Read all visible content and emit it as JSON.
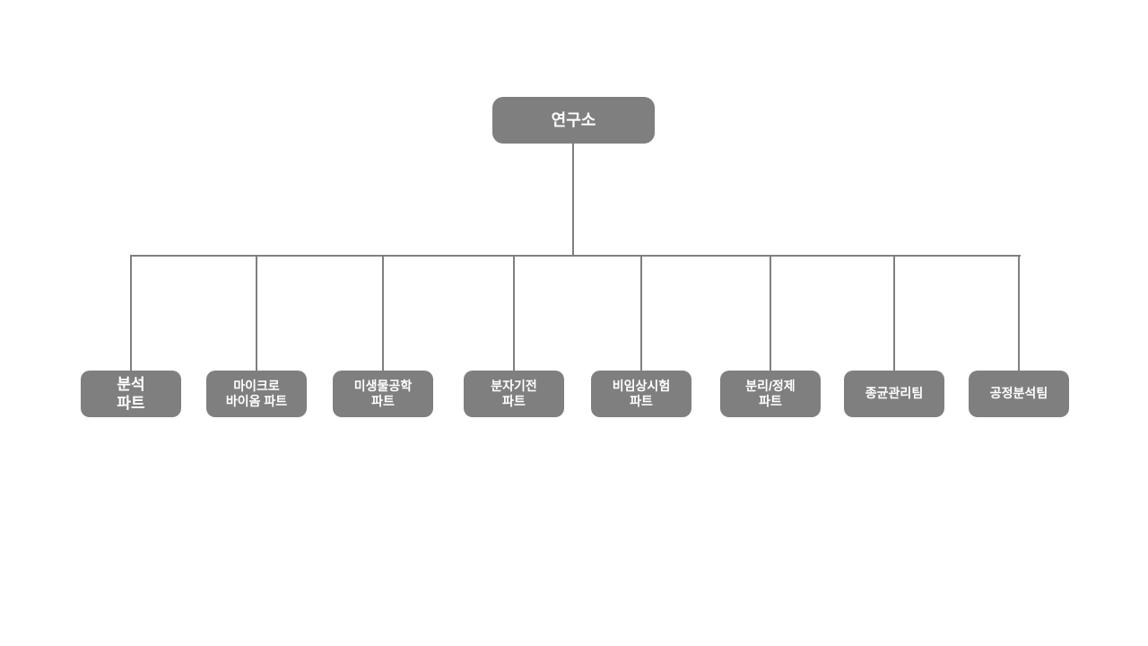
{
  "org": {
    "root": {
      "label": "연구소"
    },
    "children": [
      {
        "label": "분석\n파트"
      },
      {
        "label": "마이크로\n바이옴 파트"
      },
      {
        "label": "미생물공학\n파트"
      },
      {
        "label": "분자기전\n파트"
      },
      {
        "label": "비임상시험\n파트"
      },
      {
        "label": "분리/정제\n파트"
      },
      {
        "label": "종균관리팀"
      },
      {
        "label": "공정분석팀"
      }
    ]
  },
  "colors": {
    "background": "#ffffff",
    "node_fill": "#7f7f7f",
    "node_text": "#ffffff",
    "connector": "#7f7f7f"
  }
}
